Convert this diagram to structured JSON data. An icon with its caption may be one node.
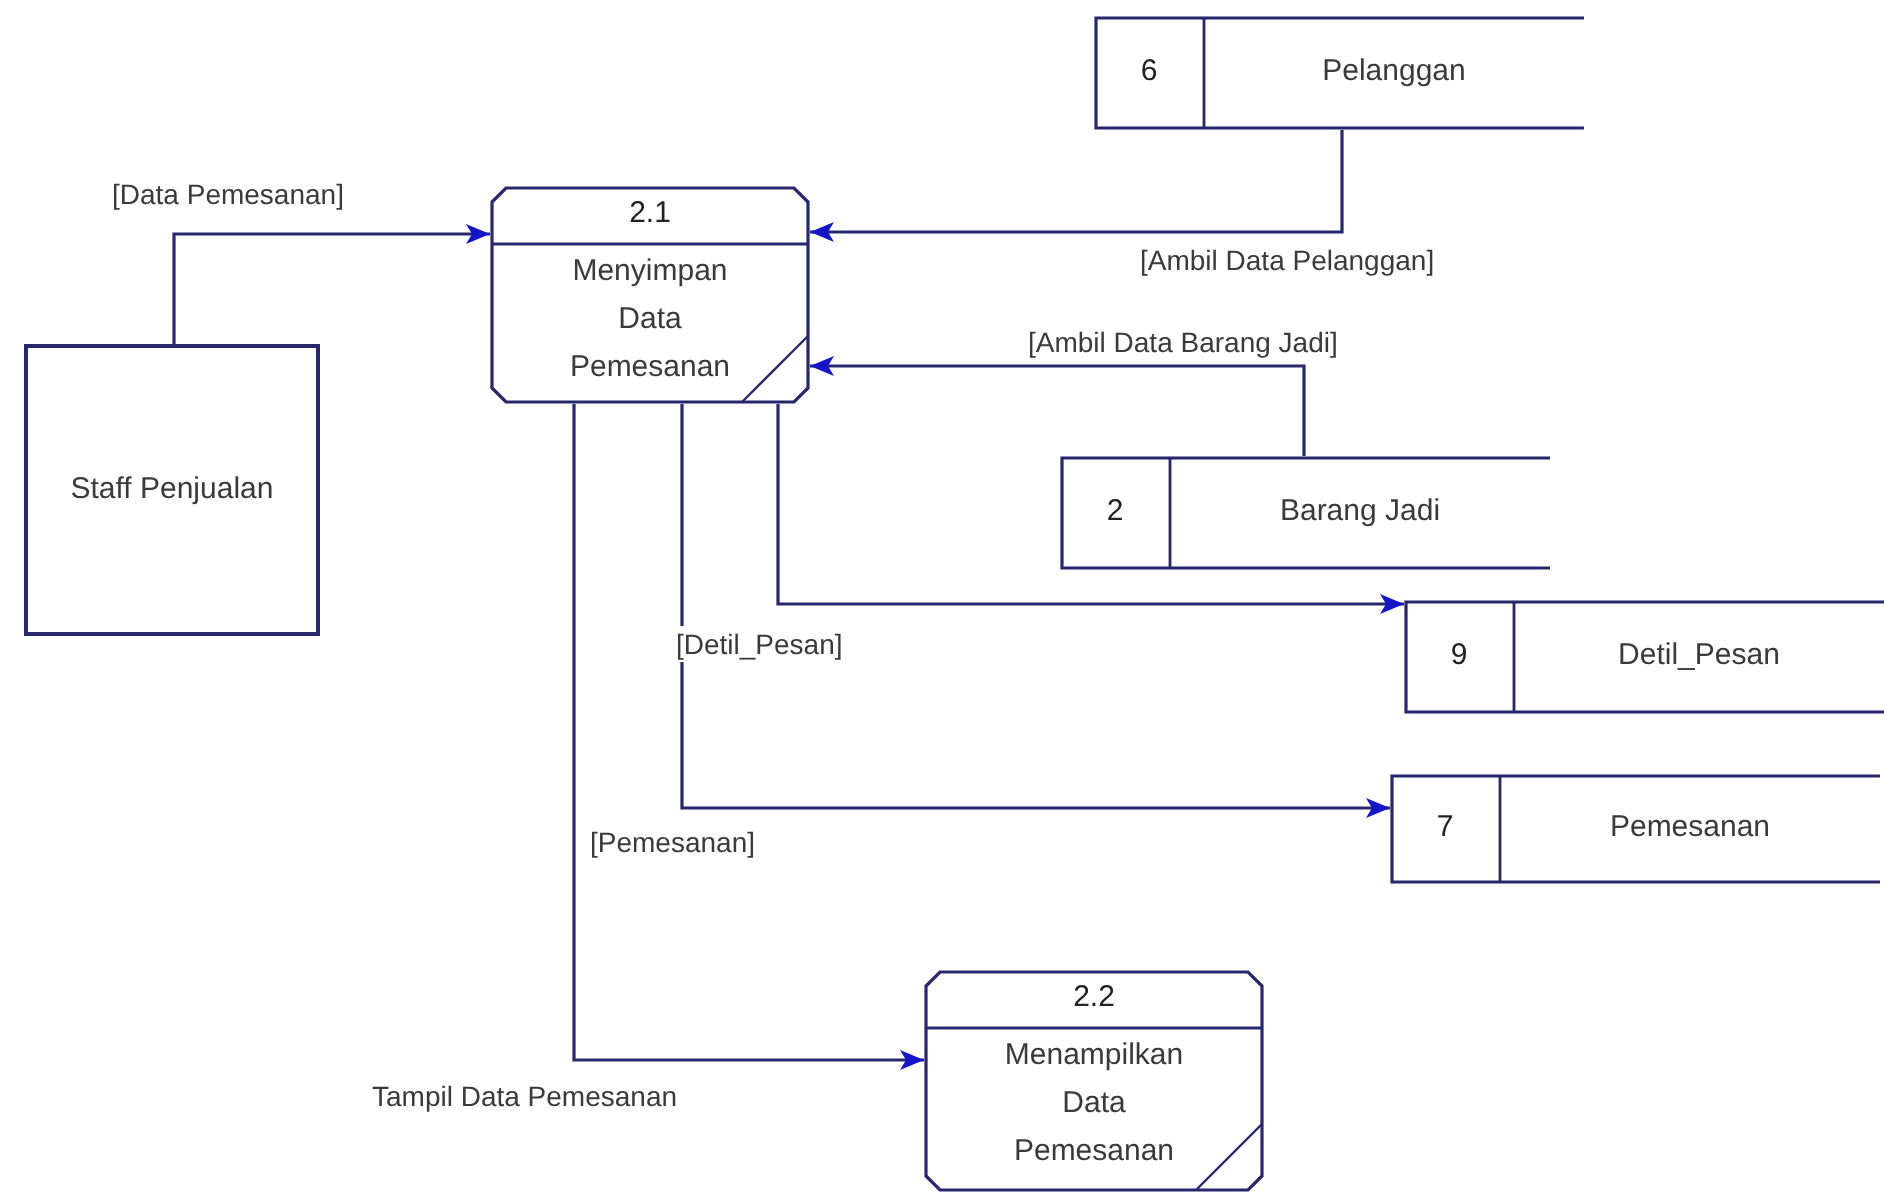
{
  "diagram": {
    "nodes": [
      {
        "text": [
          "Staff Penjualan"
        ]
      },
      {
        "text": [
          "2.1",
          "Menyimpan Data Pemesanan"
        ]
      },
      {
        "text": [
          "6",
          "Pelanggan"
        ]
      },
      {
        "text": [
          "2",
          "Barang Jadi"
        ]
      },
      {
        "text": [
          "9",
          "Detil_Pesan"
        ]
      },
      {
        "text": [
          "7",
          "Pemesanan"
        ]
      },
      {
        "text": [
          "2.2",
          "Menampilkan Data Pemesanan"
        ]
      }
    ],
    "edges": [
      {
        "from": 0,
        "to": 1,
        "arrow": "to",
        "label": "[Data Pemesanan]"
      },
      {
        "from": 2,
        "to": 1,
        "arrow": "to",
        "label": "[Ambil Data Pelanggan]"
      },
      {
        "from": 3,
        "to": 1,
        "arrow": "to",
        "label": "[Ambil Data Barang Jadi]"
      },
      {
        "from": 1,
        "to": 4,
        "arrow": "to",
        "label": "[Detil_Pesan]"
      },
      {
        "from": 1,
        "to": 5,
        "arrow": "to",
        "label": "[Pemesanan]"
      },
      {
        "from": 1,
        "to": 6,
        "arrow": "to",
        "label": "Tampil Data Pemesanan"
      }
    ]
  }
}
